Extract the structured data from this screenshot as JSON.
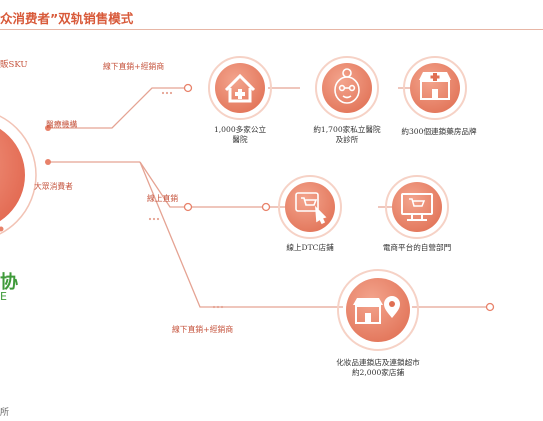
{
  "title": "众消费者”双轨销售模式",
  "header_sku": "販SKU",
  "channels": {
    "medical": "醫療機構",
    "consumer": "大眾消費者"
  },
  "routes": {
    "offline_pharmacy": "線下直銷+經銷商",
    "online": "線上直銷",
    "offline_retail": "線下直銷+經銷商"
  },
  "nodes": [
    {
      "id": "public-hospital",
      "icon": "hospital-icon",
      "caption_lines": [
        "1,000多家公立",
        "醫院"
      ]
    },
    {
      "id": "private-clinic",
      "icon": "elderly-person-icon",
      "caption_lines": [
        "約1,700家私立醫院",
        "及診所"
      ]
    },
    {
      "id": "pharmacy-chain",
      "icon": "pharmacy-store-icon",
      "caption_lines": [
        "約300個連鎖藥房品牌"
      ]
    },
    {
      "id": "dtc-store",
      "icon": "online-shop-icon",
      "caption_lines": [
        "線上DTC店鋪"
      ]
    },
    {
      "id": "ecommerce",
      "icon": "computer-cart-icon",
      "caption_lines": [
        "電商平台的自營部門"
      ]
    },
    {
      "id": "retail-chain",
      "icon": "store-location-icon",
      "caption_lines": [
        "化妝品連鎖店及連鎖超市",
        "約2,000家店鋪"
      ]
    }
  ],
  "brand": {
    "line1": "协",
    "line2": "E"
  },
  "source": "所",
  "colors": {
    "accent": "#e8826a",
    "node_outer": "#f6d2c6",
    "node_inner": "#ec8a6e",
    "line": "#e5a393"
  }
}
